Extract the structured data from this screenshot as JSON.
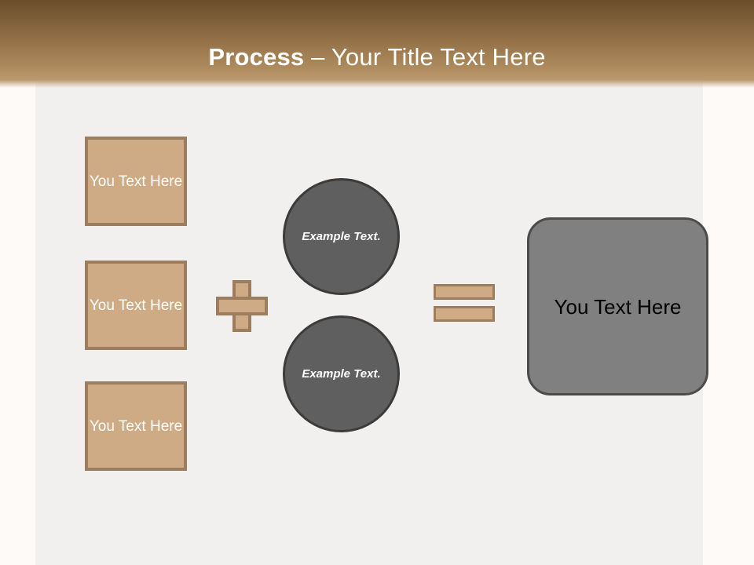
{
  "slide": {
    "header": {
      "title_bold": "Process",
      "title_rest": " – Your Title Text Here"
    },
    "left_boxes": [
      {
        "label": "You Text Here"
      },
      {
        "label": "You Text Here"
      },
      {
        "label": "You Text Here"
      }
    ],
    "operators": {
      "plus": "+",
      "equals": "="
    },
    "circles": [
      {
        "label": "Example Text."
      },
      {
        "label": "Example Text."
      }
    ],
    "result": {
      "label": "You Text Here"
    },
    "colors": {
      "header_gradient_top": "#6a4e2d",
      "header_gradient_bottom": "#bb9a6e",
      "tan_fill": "#ceab84",
      "tan_border": "#9c7e5e",
      "circle_fill": "#5f5f5f",
      "circle_border": "#3b3b3b",
      "result_fill": "#808080",
      "result_border": "#4b4b4b",
      "background": "#fdfaf7",
      "panel": "#f2f0ee",
      "title_text": "#ffffff",
      "result_text": "#000000"
    }
  }
}
